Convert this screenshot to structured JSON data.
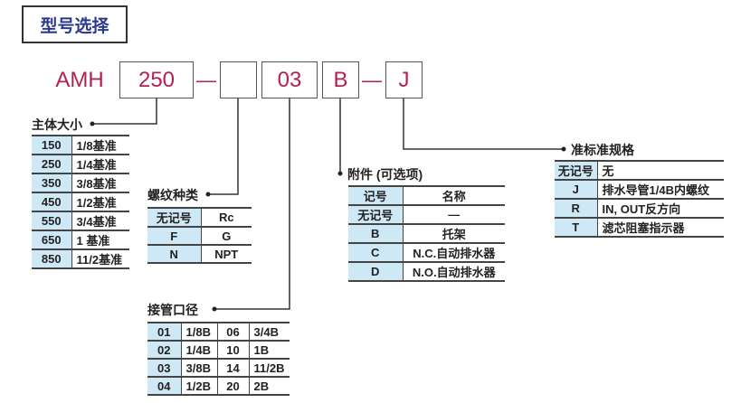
{
  "title": "型号选择",
  "model": {
    "prefix": "AMH",
    "body_size": "250",
    "thread": "",
    "port": "03",
    "accessory": "B",
    "option": "J",
    "dash": "—"
  },
  "body_size": {
    "label": "主体大小",
    "rows": [
      [
        "150",
        "1/8基准"
      ],
      [
        "250",
        "1/4基准"
      ],
      [
        "350",
        "3/8基准"
      ],
      [
        "450",
        "1/2基准"
      ],
      [
        "550",
        "3/4基准"
      ],
      [
        "650",
        "1 基准"
      ],
      [
        "850",
        "11/2基准"
      ]
    ]
  },
  "thread_type": {
    "label": "螺纹种类",
    "rows": [
      [
        "无记号",
        "Rc"
      ],
      [
        "F",
        "G"
      ],
      [
        "N",
        "NPT"
      ]
    ]
  },
  "port_size": {
    "label": "接管口径",
    "rows": [
      [
        "01",
        "1/8B",
        "06",
        "3/4B"
      ],
      [
        "02",
        "1/4B",
        "10",
        "1B"
      ],
      [
        "03",
        "3/8B",
        "14",
        "11/2B"
      ],
      [
        "04",
        "1/2B",
        "20",
        "2B"
      ]
    ]
  },
  "accessory": {
    "label": "附件 (可选项)",
    "header": [
      "记号",
      "名称"
    ],
    "rows": [
      [
        "无记号",
        "—"
      ],
      [
        "B",
        "托架"
      ],
      [
        "C",
        "N.C.自动排水器"
      ],
      [
        "D",
        "N.O.自动排水器"
      ]
    ]
  },
  "semi_standard": {
    "label": "准标准规格",
    "rows": [
      [
        "无记号",
        "无"
      ],
      [
        "J",
        "排水导管1/4B内螺纹"
      ],
      [
        "R",
        "IN, OUT反方向"
      ],
      [
        "T",
        "滤芯阻塞指示器"
      ]
    ]
  }
}
